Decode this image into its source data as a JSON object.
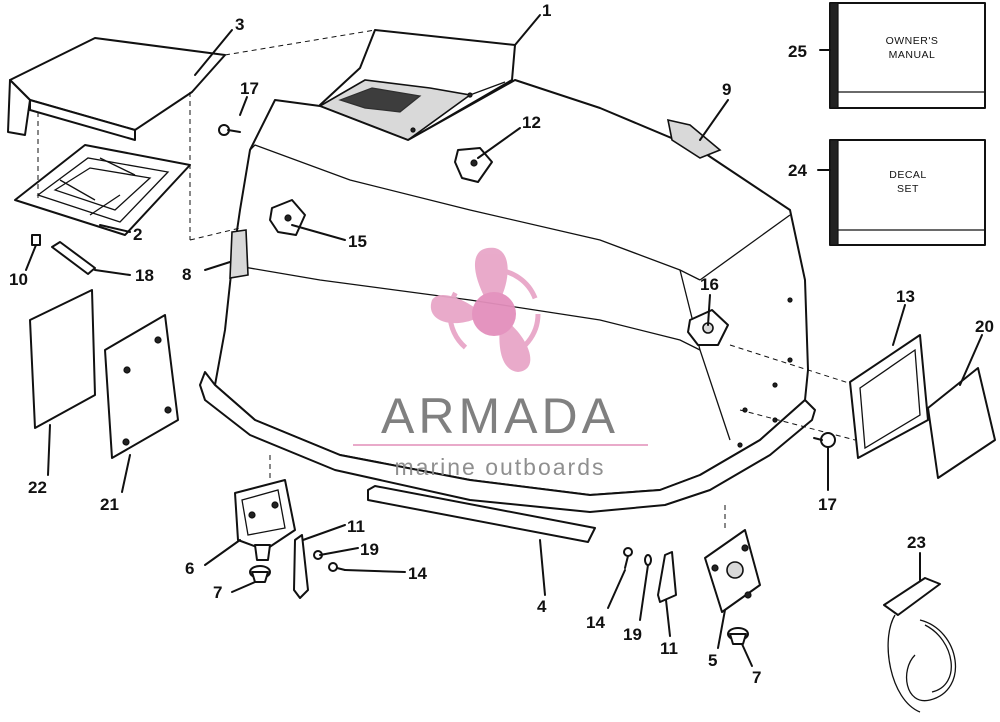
{
  "watermark": {
    "brand": "ARMADA",
    "tagline": "marine outboards",
    "accent_color": "#e8a6c8",
    "text_color": "#7a7a7a"
  },
  "boxes": {
    "owners_manual": {
      "line1": "OWNER'S",
      "line2": "MANUAL"
    },
    "decal_set": {
      "line1": "DECAL",
      "line2": "SET"
    }
  },
  "callouts": {
    "c1": "1",
    "c2": "2",
    "c3": "3",
    "c4": "4",
    "c5": "5",
    "c6": "6",
    "c7a": "7",
    "c7b": "7",
    "c8": "8",
    "c9": "9",
    "c10": "10",
    "c11a": "11",
    "c11b": "11",
    "c12": "12",
    "c13": "13",
    "c14a": "14",
    "c14b": "14",
    "c15": "15",
    "c16": "16",
    "c17a": "17",
    "c17b": "17",
    "c18": "18",
    "c19a": "19",
    "c19b": "19",
    "c20": "20",
    "c21": "21",
    "c22": "22",
    "c23": "23",
    "c24": "24",
    "c25": "25"
  }
}
